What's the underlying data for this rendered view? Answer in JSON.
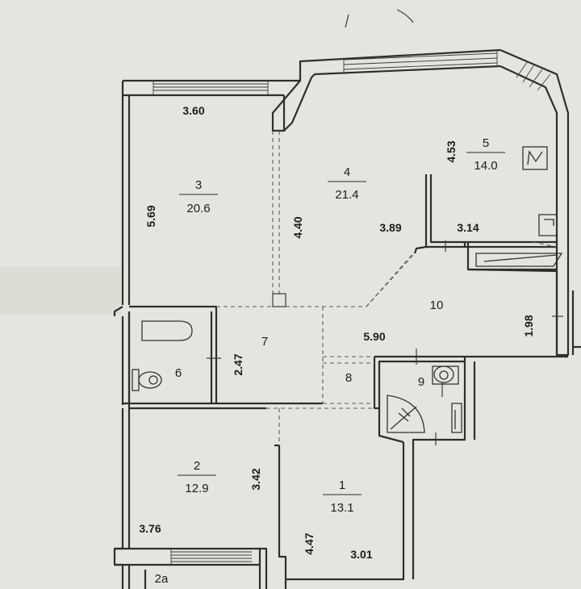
{
  "rooms": [
    {
      "id": "1",
      "area": "13.1"
    },
    {
      "id": "2",
      "area": "12.9"
    },
    {
      "id": "3",
      "area": "20.6"
    },
    {
      "id": "4",
      "area": "21.4"
    },
    {
      "id": "5",
      "area": "14.0"
    },
    {
      "id": "6"
    },
    {
      "id": "7"
    },
    {
      "id": "8"
    },
    {
      "id": "9"
    },
    {
      "id": "10"
    },
    {
      "id": "2a"
    }
  ],
  "dimensions": [
    "3.60",
    "5.69",
    "4.40",
    "3.89",
    "4.53",
    "3.14",
    "1.98",
    "5.90",
    "2.47",
    "3.42",
    "3.76",
    "4.47",
    "3.01"
  ],
  "colors": {
    "paper": "#e4e5de",
    "line": "#2d2f2c"
  }
}
